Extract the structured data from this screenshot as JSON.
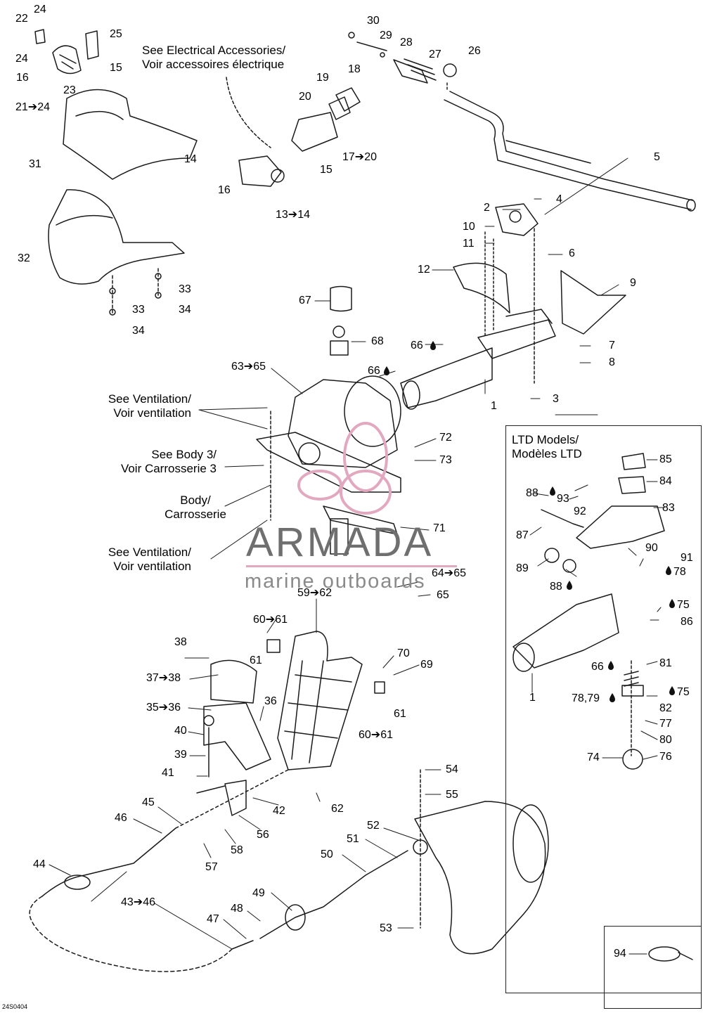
{
  "drawing_id": "24S0404",
  "watermark": {
    "title": "ARMADA",
    "subtitle": "marine outboards",
    "accent_color": "#e2a8c0"
  },
  "notes": {
    "electrical": [
      "See Electrical Accessories/",
      "Voir accessoires électrique"
    ],
    "ventilation_top": [
      "See Ventilation/",
      "Voir ventilation"
    ],
    "body3": [
      "See Body 3/",
      "Voir Carrosserie 3"
    ],
    "body": [
      "Body/",
      "Carrosserie"
    ],
    "ventilation_bottom": [
      "See Ventilation/",
      "Voir ventilation"
    ],
    "ltd": [
      "LTD Models/",
      "Modèles LTD"
    ]
  },
  "callouts": {
    "c24a": "24",
    "c22": "22",
    "c25": "25",
    "c24b": "24",
    "c15a": "15",
    "c16a": "16",
    "c23": "23",
    "c21_24": "21➔24",
    "c31": "31",
    "c30": "30",
    "c29": "29",
    "c28": "28",
    "c27": "27",
    "c26": "26",
    "c18": "18",
    "c19": "19",
    "c20": "20",
    "c17_20": "17➔20",
    "c15b": "15",
    "c14": "14",
    "c16b": "16",
    "c13_14": "13➔14",
    "c5": "5",
    "c32": "32",
    "c33a": "33",
    "c33b": "33",
    "c34a": "34",
    "c34b": "34",
    "c2": "2",
    "c4": "4",
    "c10": "10",
    "c11": "11",
    "c6": "6",
    "c12": "12",
    "c9": "9",
    "c67": "67",
    "c68": "68",
    "c66a": "66",
    "c66b": "66",
    "c7": "7",
    "c8": "8",
    "c63_65": "63➔65",
    "c1a": "1",
    "c3": "3",
    "c72": "72",
    "c73": "73",
    "c71": "71",
    "c64_65": "64➔65",
    "c65": "65",
    "c59_62": "59➔62",
    "c60_61a": "60➔61",
    "c61a": "61",
    "c38": "38",
    "c37_38": "37➔38",
    "c35_36": "35➔36",
    "c36": "36",
    "c70": "70",
    "c69": "69",
    "c61b": "61",
    "c60_61b": "60➔61",
    "c40": "40",
    "c39": "39",
    "c41": "41",
    "c42": "42",
    "c62": "62",
    "c45": "45",
    "c46": "46",
    "c56": "56",
    "c58": "58",
    "c57": "57",
    "c44": "44",
    "c43_46": "43➔46",
    "c54": "54",
    "c55": "55",
    "c52": "52",
    "c51": "51",
    "c50": "50",
    "c49": "49",
    "c48": "48",
    "c47": "47",
    "c53": "53",
    "c85": "85",
    "c84": "84",
    "c88a": "88",
    "c93": "93",
    "c92": "92",
    "c83": "83",
    "c87": "87",
    "c90": "90",
    "c91": "91",
    "c78a": "78",
    "c89": "89",
    "c88b": "88",
    "c75a": "75",
    "c86": "86",
    "c81": "81",
    "c66c": "66",
    "c75b": "75",
    "c1b": "1",
    "c78_79": "78,79",
    "c82": "82",
    "c77": "77",
    "c80": "80",
    "c74": "74",
    "c76": "76",
    "c94": "94"
  },
  "glyphs": {
    "arrow": "➔",
    "oil_drop": "oil-drop-icon"
  },
  "colors": {
    "line": "#1a1a1a",
    "watermark_gray": "#6f6f6f",
    "watermark_pink": "#e2a8c0"
  }
}
